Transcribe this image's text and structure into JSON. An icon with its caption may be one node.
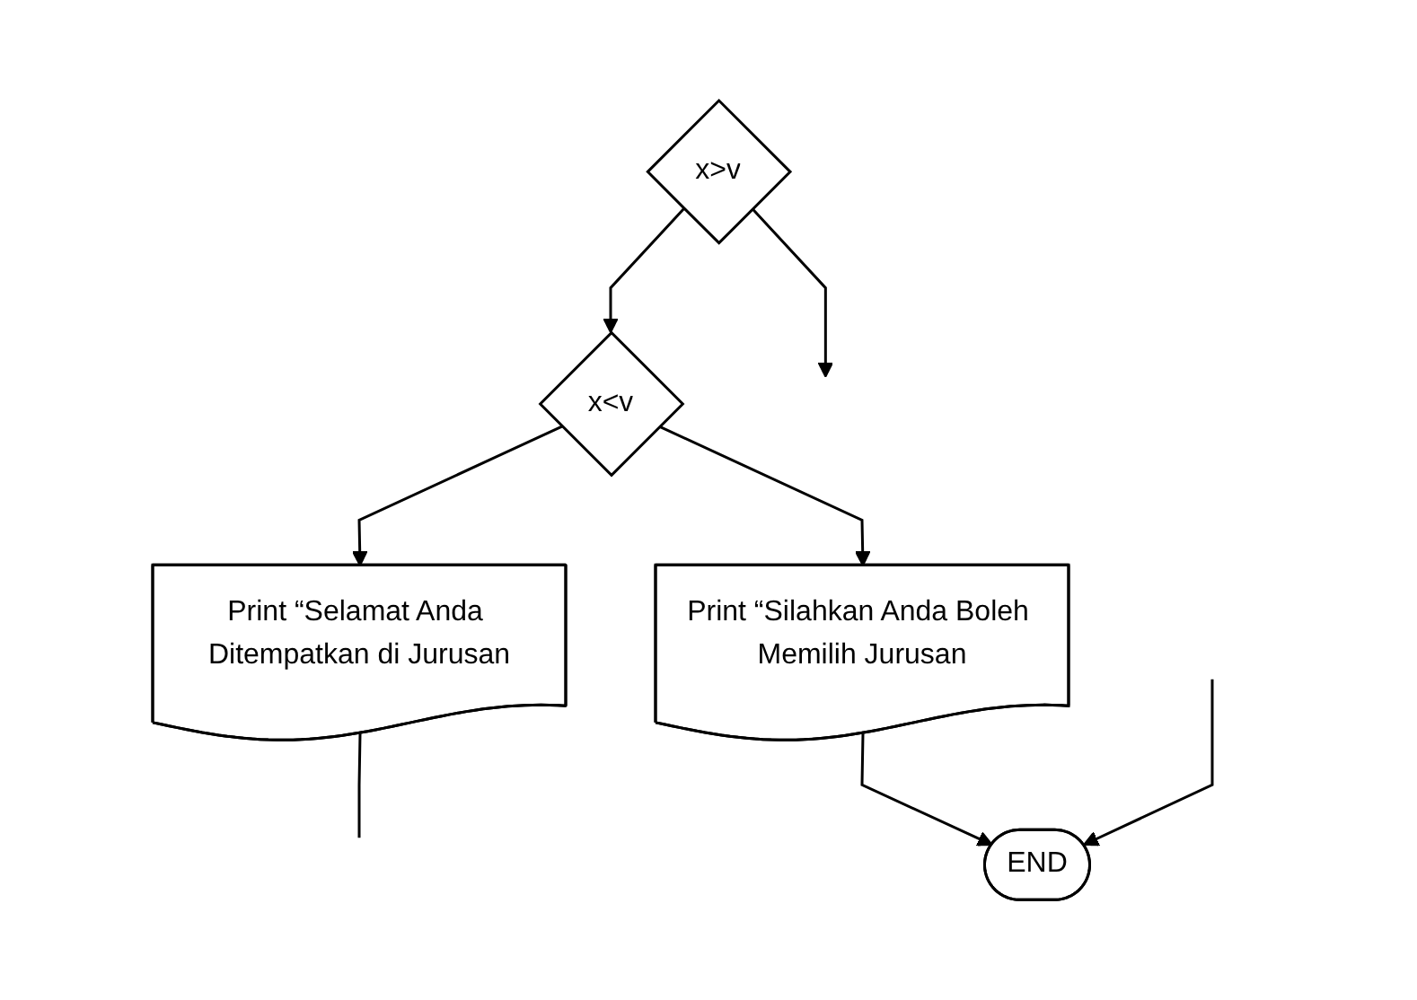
{
  "diagram": {
    "nodes": [
      {
        "text": [
          "x>v"
        ]
      },
      {
        "text": [
          "x<v"
        ]
      },
      {
        "text": [
          "Print “Selamat Anda Ditempatkan di Jurusan"
        ]
      },
      {
        "text": [
          "Print “Silahkan Anda Boleh Memilih Jurusan"
        ]
      },
      {
        "text": [
          "END"
        ]
      }
    ],
    "edges": [
      {
        "from": 0,
        "to": null,
        "arrow": "to"
      },
      {
        "from": 0,
        "to": 1,
        "arrow": "to"
      },
      {
        "from": 1,
        "to": 2,
        "arrow": "to"
      },
      {
        "from": 2,
        "to": null,
        "arrow": "none"
      },
      {
        "from": 1,
        "to": 3,
        "arrow": "to"
      },
      {
        "from": 3,
        "to": 4,
        "arrow": "to"
      },
      {
        "from": null,
        "to": 4,
        "arrow": "to"
      }
    ]
  }
}
